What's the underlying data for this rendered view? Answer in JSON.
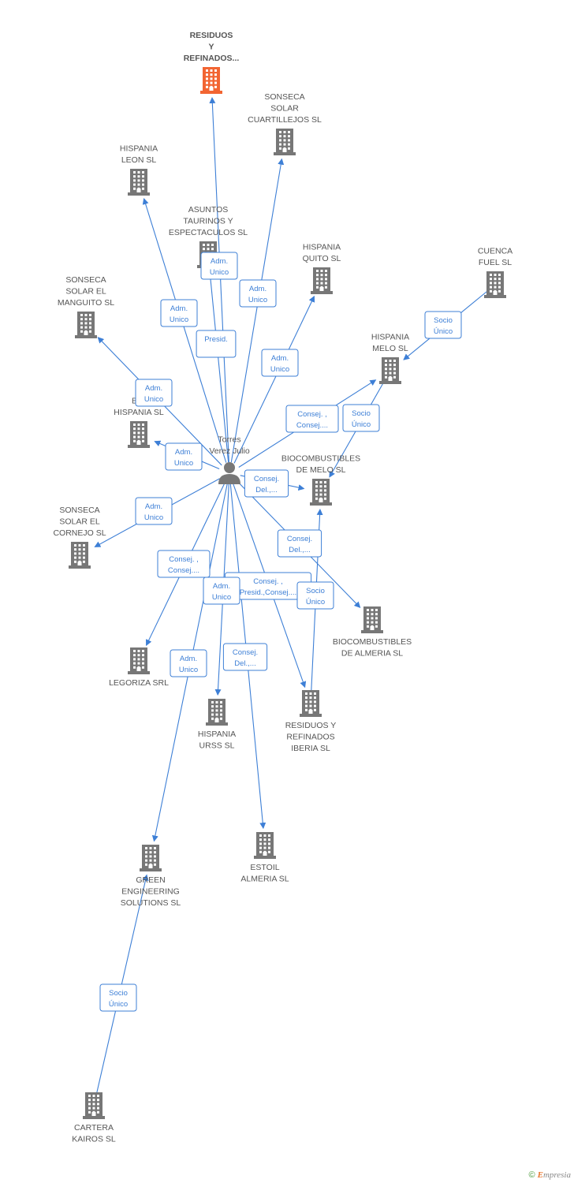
{
  "colors": {
    "edge": "#3d7fd6",
    "company": "#777777",
    "focus": "#f26532",
    "person": "#777777",
    "label": "#555555"
  },
  "brand": {
    "copyright": "©",
    "initial": "E",
    "rest": "mpresia"
  },
  "nodes": [
    {
      "id": "residuos_ref",
      "type": "company",
      "focus": true,
      "lines": [
        "RESIDUOS",
        "Y",
        "REFINADOS..."
      ]
    },
    {
      "id": "sonseca_cuart",
      "type": "company",
      "lines": [
        "SONSECA",
        "SOLAR",
        "CUARTILLEJOS SL"
      ]
    },
    {
      "id": "hispania_leon",
      "type": "company",
      "lines": [
        "HISPANIA",
        "LEON SL"
      ]
    },
    {
      "id": "asuntos",
      "type": "company",
      "lines": [
        "ASUNTOS",
        "TAURINOS Y",
        "ESPECTACULOS SL"
      ]
    },
    {
      "id": "hispania_quito",
      "type": "company",
      "lines": [
        "HISPANIA",
        "QUITO SL"
      ]
    },
    {
      "id": "cuenca_fuel",
      "type": "company",
      "lines": [
        "CUENCA",
        "FUEL SL"
      ]
    },
    {
      "id": "sonseca_mang",
      "type": "company",
      "lines": [
        "SONSECA",
        "SOLAR EL",
        "MANGUITO SL"
      ]
    },
    {
      "id": "hispania_melo",
      "type": "company",
      "lines": [
        "HISPANIA",
        "MELO SL"
      ]
    },
    {
      "id": "bio_hispania",
      "type": "company",
      "lines": [
        "BIO",
        "HISPANIA SL"
      ]
    },
    {
      "id": "torres",
      "type": "person",
      "lines": [
        "Torres",
        "Verez Julio"
      ]
    },
    {
      "id": "bio_melo",
      "type": "company",
      "lines": [
        "BIOCOMBUSTIBLES",
        "DE MELO SL"
      ]
    },
    {
      "id": "sonseca_corn",
      "type": "company",
      "lines": [
        "SONSECA",
        "SOLAR EL",
        "CORNEJO SL"
      ]
    },
    {
      "id": "bio_almeria",
      "type": "company",
      "lines": [
        "BIOCOMBUSTIBLES",
        "DE ALMERIA SL"
      ]
    },
    {
      "id": "legoriza",
      "type": "company",
      "lines": [
        "LEGORIZA SRL"
      ]
    },
    {
      "id": "residuos_iberia",
      "type": "company",
      "lines": [
        "RESIDUOS Y",
        "REFINADOS",
        "IBERIA SL"
      ]
    },
    {
      "id": "hispania_urss",
      "type": "company",
      "lines": [
        "HISPANIA",
        "URSS SL"
      ]
    },
    {
      "id": "green",
      "type": "company",
      "lines": [
        "GREEN",
        "ENGINEERING",
        "SOLUTIONS SL"
      ]
    },
    {
      "id": "estoil",
      "type": "company",
      "lines": [
        "ESTOIL",
        "ALMERIA SL"
      ]
    },
    {
      "id": "cartera",
      "type": "company",
      "lines": [
        "CARTERA",
        "KAIROS SL"
      ]
    }
  ],
  "edges": [
    {
      "from": "torres",
      "to": "residuos_ref",
      "roles": [
        "Presid."
      ]
    },
    {
      "from": "torres",
      "to": "sonseca_cuart",
      "roles": [
        "Adm.",
        "Unico"
      ]
    },
    {
      "from": "torres",
      "to": "hispania_leon",
      "roles": [
        "Adm.",
        "Unico"
      ]
    },
    {
      "from": "torres",
      "to": "asuntos",
      "roles": [
        "Adm.",
        "Unico"
      ]
    },
    {
      "from": "torres",
      "to": "hispania_quito",
      "roles": [
        "Adm.",
        "Unico"
      ]
    },
    {
      "from": "torres",
      "to": "sonseca_mang",
      "roles": [
        "Adm.",
        "Unico"
      ]
    },
    {
      "from": "cuenca_fuel",
      "to": "hispania_melo",
      "roles": [
        "Socio",
        "Único"
      ]
    },
    {
      "from": "torres",
      "to": "hispania_melo",
      "roles": [
        "Consej. ,",
        "Consej...."
      ]
    },
    {
      "from": "hispania_melo",
      "to": "bio_melo",
      "roles": [
        "Socio",
        "Único"
      ]
    },
    {
      "from": "torres",
      "to": "bio_hispania",
      "roles": [
        "Adm.",
        "Unico"
      ]
    },
    {
      "from": "torres",
      "to": "bio_melo",
      "roles": [
        "Consej.",
        "Del.,..."
      ]
    },
    {
      "from": "torres",
      "to": "sonseca_corn",
      "roles": [
        "Adm.",
        "Unico"
      ]
    },
    {
      "from": "torres",
      "to": "bio_almeria",
      "roles": [
        "Consej.",
        "Del.,..."
      ]
    },
    {
      "from": "torres",
      "to": "legoriza",
      "roles": [
        "Consej. ,",
        "Consej...."
      ]
    },
    {
      "from": "torres",
      "to": "residuos_iberia",
      "roles": [
        "Consej. ,",
        "Presid.,Consej...."
      ]
    },
    {
      "from": "residuos_iberia",
      "to": "bio_melo",
      "roles": [
        "Socio",
        "Único"
      ]
    },
    {
      "from": "torres",
      "to": "hispania_urss",
      "roles": [
        "Adm.",
        "Unico"
      ]
    },
    {
      "from": "torres",
      "to": "green",
      "roles": [
        "Adm.",
        "Unico"
      ]
    },
    {
      "from": "torres",
      "to": "estoil",
      "roles": [
        "Consej.",
        "Del.,..."
      ]
    },
    {
      "from": "cartera",
      "to": "green",
      "roles": [
        "Socio",
        "Único"
      ]
    }
  ]
}
